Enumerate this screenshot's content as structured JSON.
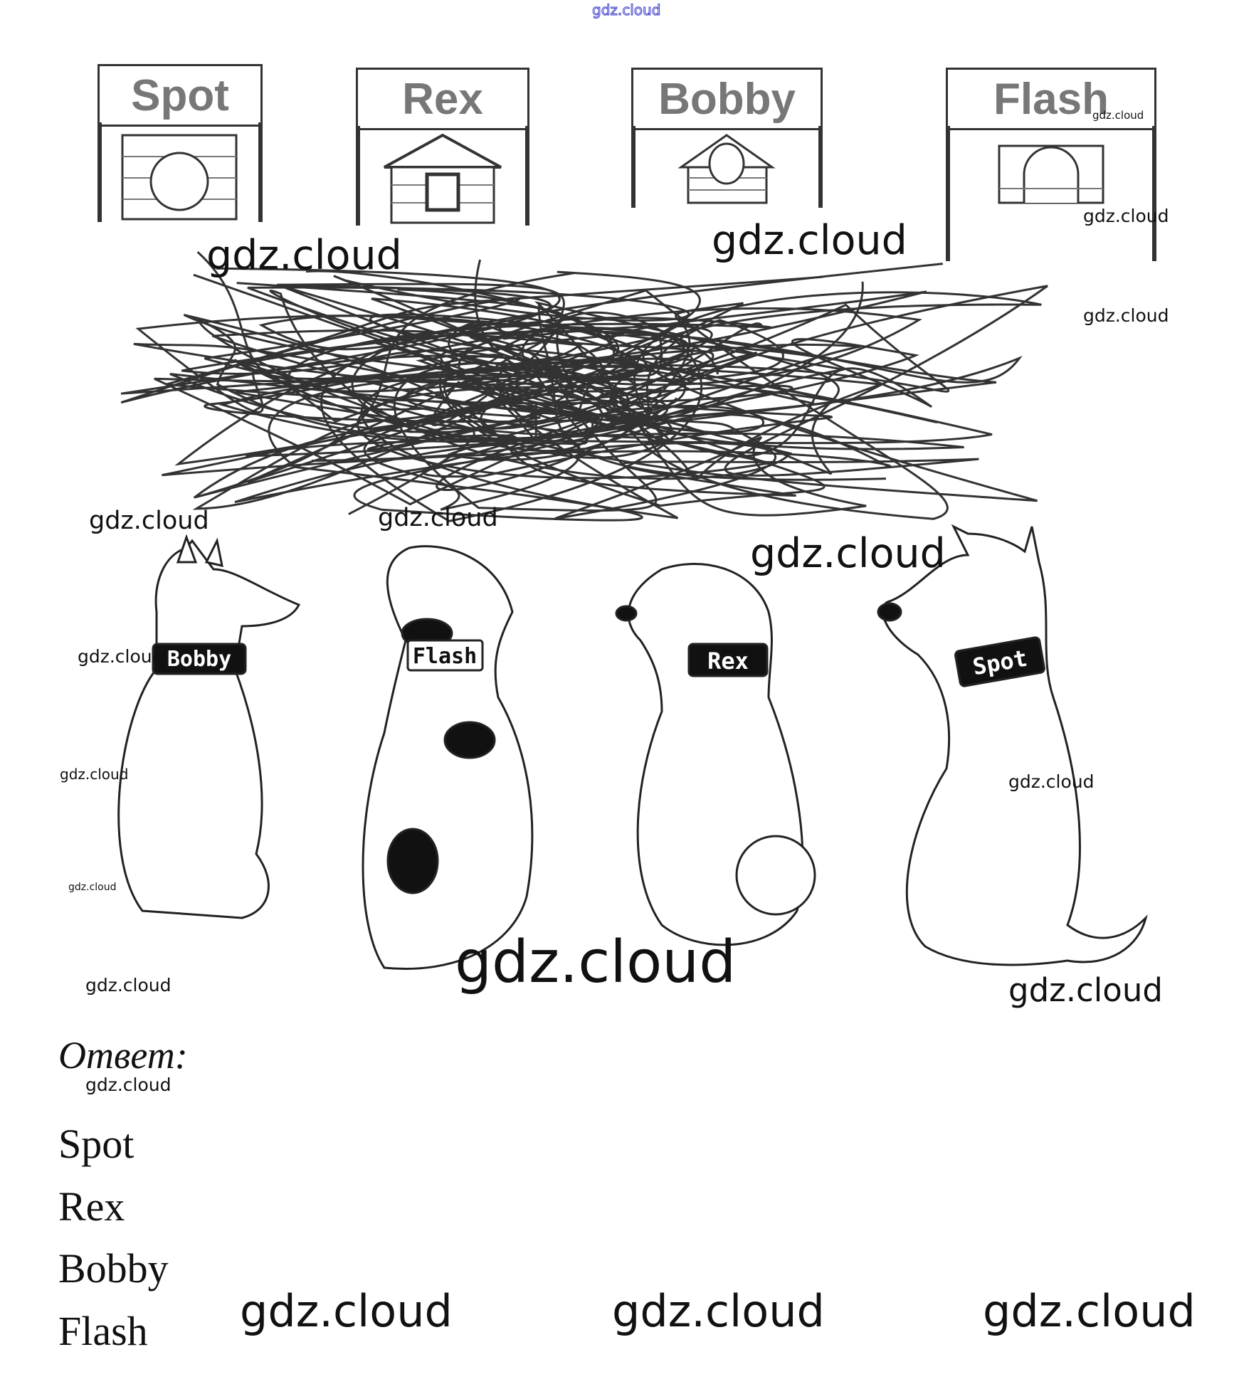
{
  "header_watermark": "gdz.cloud",
  "kennels": [
    "Spot",
    "Rex",
    "Bobby",
    "Flash"
  ],
  "dogs": [
    {
      "collar": "Bobby"
    },
    {
      "collar": "Flash"
    },
    {
      "collar": "Rex"
    },
    {
      "collar": "Spot"
    }
  ],
  "answer": {
    "heading": "Ответ:",
    "items": [
      "Spot",
      "Rex",
      "Bobby",
      "Flash"
    ]
  },
  "watermarks": [
    "gdz.cloud",
    "gdz.cloud",
    "gdz.cloud",
    "gdz.cloud",
    "gdz.cloud",
    "gdz.cloud",
    "gdz.cloud",
    "gdz.cloud",
    "gdz.cloud",
    "gdz.cloud",
    "gdz.cloud",
    "gdz.cloud",
    "gdz.cloud",
    "gdz.cloud",
    "gdz.cloud",
    "gdz.cloud",
    "gdz.cloud",
    "gdz.cloud",
    "gdz.cloud"
  ]
}
